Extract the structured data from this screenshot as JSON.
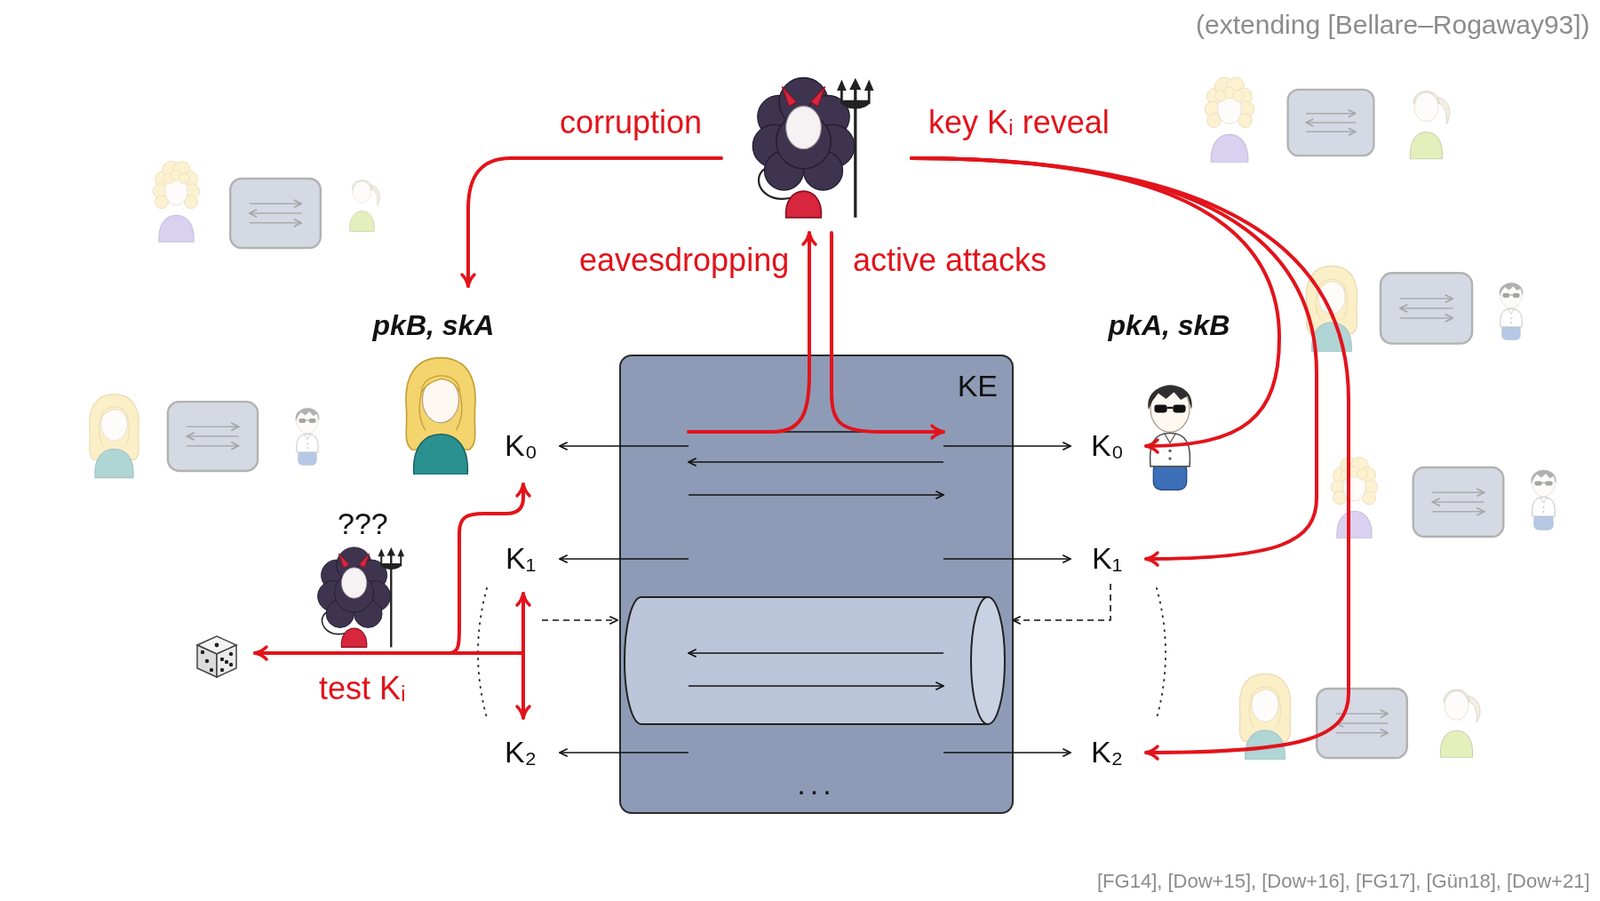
{
  "diagram": {
    "nodes": [
      {
        "text": [
          "pkB, skA"
        ]
      },
      {
        "text": [
          "KE",
          "..."
        ]
      },
      {
        "text": [
          "pkA, skB"
        ]
      }
    ],
    "labels": [
      "(extending [Bellare–Rogaway93])",
      "corruption",
      "key Kᵢ reveal",
      "eavesdropping",
      "active attacks",
      "K₀",
      "K₁",
      "K₂",
      "K₀",
      "K₁",
      "K₂",
      "???",
      "test Kᵢ",
      "[FG14], [Dow+15], [Dow+16], [FG17], [Gün18], [Dow+21]"
    ]
  }
}
